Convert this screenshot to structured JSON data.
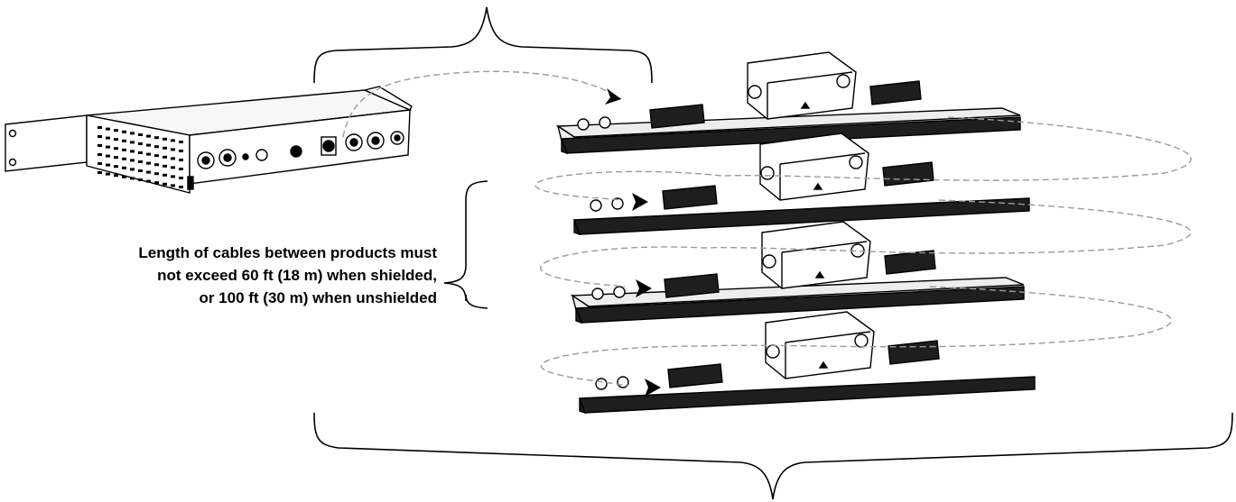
{
  "note": {
    "line1": "Length of cables between products must",
    "line2": "not exceed 60 ft (18 m) when shielded,",
    "line3": "or 100 ft (30 m) when unshielded"
  },
  "devices": {
    "controller": {
      "icon": "rack-mount-controller-icon"
    },
    "fixtures": [
      {
        "icon": "linear-fixture-icon"
      },
      {
        "icon": "linear-fixture-icon"
      },
      {
        "icon": "linear-fixture-icon"
      },
      {
        "icon": "linear-fixture-icon"
      }
    ]
  },
  "colors": {
    "line": "#000000",
    "cable": "#9a9a9a",
    "bar_dark": "#1e1e1e",
    "bar_light": "#ededed"
  }
}
